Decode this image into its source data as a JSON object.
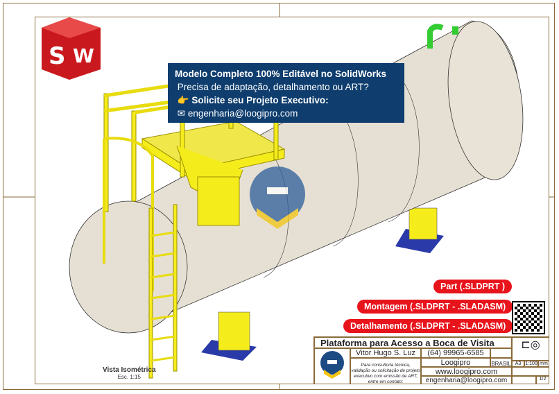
{
  "banner": {
    "line1": "Modelo Completo 100% Editável no SolidWorks",
    "line2": "Precisa de adaptação, detalhamento ou ART?",
    "line3": "Solicite seu Projeto Executivo:",
    "line4": "engenharia@loogipro.com"
  },
  "badges": {
    "part": "Part  (.SLDPRT )",
    "montagem": "Montagem  (.SLDPRT - .SLADASM)",
    "detalhamento": "Detalhamento  (.SLDPRT - .SLADASM)"
  },
  "view": {
    "label": "Vista Isométrica",
    "scale": "Esc. 1:15"
  },
  "logo": {
    "text": "SW"
  },
  "title_block": {
    "title": "Plataforma para Acesso a Boca de Visita",
    "author": "Vitor Hugo S. Luz",
    "phone": "(64) 99965-6585",
    "company": "Loogipro",
    "website": "www.loogipro.com",
    "email": "engenharia@loogipro.com",
    "notes": "Para consultoria técnica, validação ou solicitação de projeto executivo com emissão de ART, entre em contato:",
    "country": "BRASIL",
    "sheet_size": "A3",
    "scale": "1:100",
    "unit": "mm",
    "sheet": "1/2"
  },
  "colors": {
    "banner": "#0e3d6e",
    "badge": "#e8141c",
    "tank": "#e6e0d4",
    "steel": "#f5ec1c",
    "base": "#2a3aa8"
  }
}
